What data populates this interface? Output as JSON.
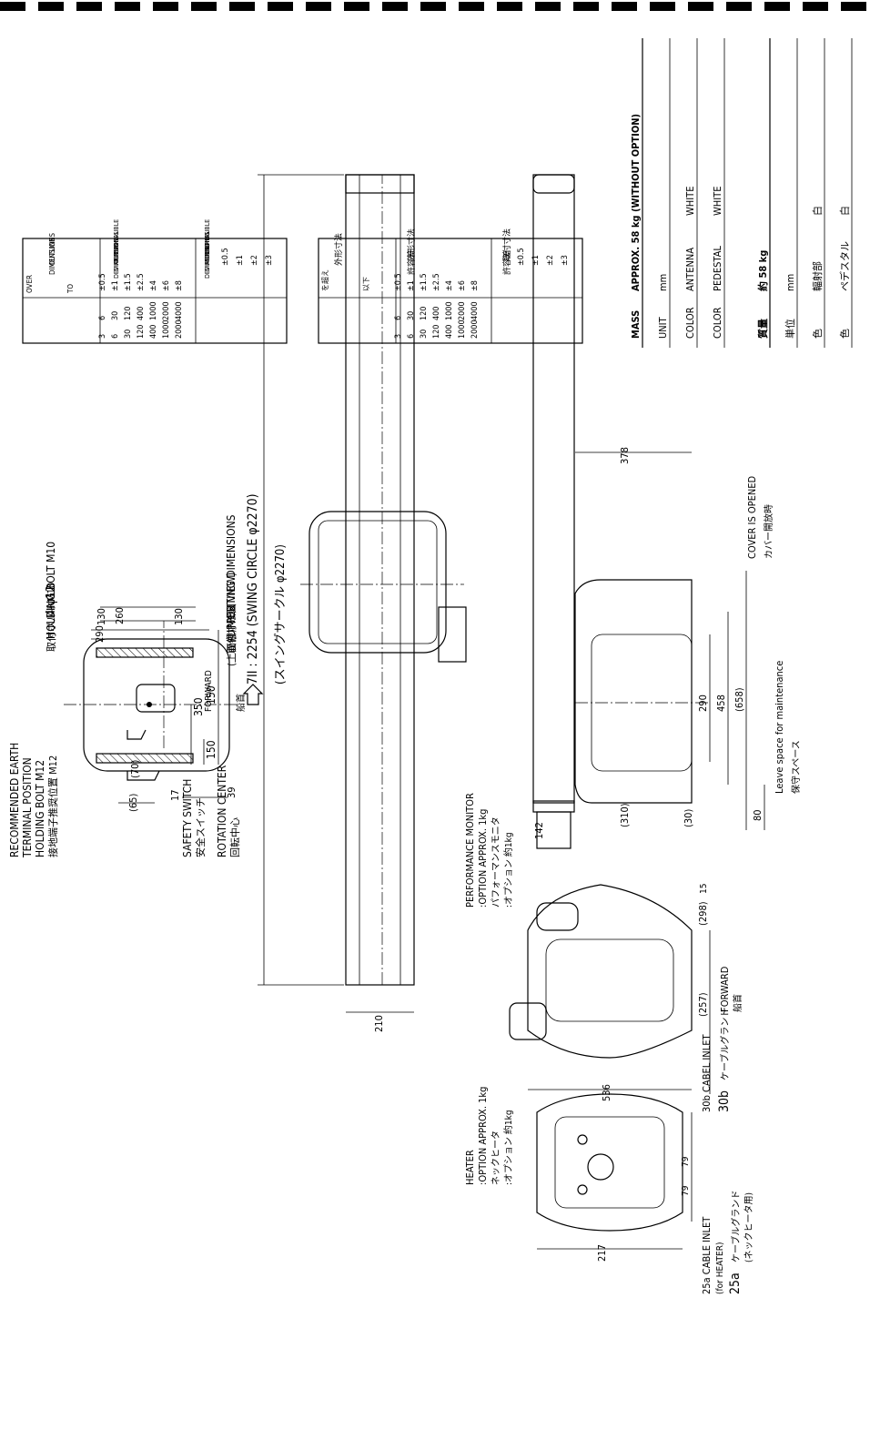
{
  "dashes": "top border dashes",
  "mounting": {
    "title_en": "MOUTING DIMENSIONS",
    "subtitle_en": "(UPPER VIEW)",
    "title_jp": "取付寸法図",
    "subtitle_jp": "(上面視)",
    "bolt_count": "4-φ12",
    "holding_bolt": "HOLDING BOLT M10",
    "holding_bolt_jp": "取付ボルトM10",
    "forward": "FORWARD",
    "forward_jp": "船首",
    "dims": {
      "d350": "350",
      "d150a": "150",
      "d150b": "150",
      "d290": "290",
      "d260": "260",
      "d130a": "130",
      "d130b": "130",
      "d70": "(70)",
      "d65": "(65)",
      "d17": "17",
      "d39": "39"
    }
  },
  "earth": {
    "line1": "RECOMMENDED EARTH",
    "line2": "TERMINAL POSITION",
    "line3": "HOLDING BOLT M12",
    "line4_jp": "接地端子推奨位置 M12"
  },
  "safety_switch": {
    "en": "SAFETY SWITCH",
    "jp": "安全スイッチ"
  },
  "rotation_center": {
    "en": "ROTATION CENTER",
    "jp": "回転中心"
  },
  "top_view": {
    "swing": "7II : 2254 (SWING CIRCLE φ2270)",
    "swing_jp": "(スイングサークル φ2270)",
    "d210": "210"
  },
  "performance_monitor": {
    "line1": "PERFORMANCE MONITOR",
    "line2": ":OPTION APPROX. 1kg",
    "line3_jp": "パフォーマンスモニタ",
    "line4_jp": ":オプション 約1kg"
  },
  "heater": {
    "line1": "HEATER",
    "line2": ":OPTION APPROX. 1kg",
    "line3_jp": "ネックヒータ",
    "line4_jp": ":オプション 約1kg"
  },
  "front_view": {
    "d536": "536",
    "d298": "(298)",
    "d257": "(257)",
    "d15": "15",
    "forward": "FORWARD",
    "forward_jp": "船首"
  },
  "side_view": {
    "d378": "378",
    "d142": "142",
    "d310": "(310)",
    "d30": "(30)",
    "d290": "290",
    "d458": "458",
    "d658": "(658)",
    "d80": "80",
    "cover_en": "COVER IS OPENED",
    "cover_jp": "カバー開放時",
    "maint_en": "Leave space for maintenance",
    "maint_jp": "保守スペース"
  },
  "rear_view": {
    "d217": "217",
    "d79a": "79",
    "d79b": "79",
    "inlet25a_en": "25a CABLE INLET",
    "inlet25a_en2": "(for HEATER)",
    "inlet25a_tag": "25a",
    "inlet25a_jp": "ケーブルグランド",
    "inlet25a_jp2": "(ネックヒータ用)",
    "inlet30b_en": "30b CABEL INLET",
    "inlet30b_tag": "30b",
    "inlet30b_jp": "ケーブルグランド"
  },
  "table_en": {
    "h_outline": "OUTLINE",
    "h_dimensions": "DIMENSIONS",
    "h_over": "OVER",
    "h_to": "TO",
    "h_perm1": [
      "PERMISSIBLE",
      "OUTLINE",
      "DIMENSIONAL",
      "DEVIATIONS"
    ],
    "h_perm2": [
      "PERMISSIBLE",
      "MOUNTING",
      "DIMENSIONAL",
      "DEVIATIONS"
    ],
    "rows": [
      [
        "3",
        "6",
        "±0.5"
      ],
      [
        "6",
        "30",
        "±1"
      ],
      [
        "30",
        "120",
        "±1.5"
      ],
      [
        "120",
        "400",
        "±2.5"
      ],
      [
        "400",
        "1000",
        "±4"
      ],
      [
        "1000",
        "2000",
        "±6"
      ],
      [
        "2000",
        "4000",
        "±8"
      ]
    ],
    "mount": [
      "±0.5",
      "±1",
      "±2",
      "±3"
    ]
  },
  "table_jp": {
    "h_outline": "外形寸法",
    "h_over": "を超え",
    "h_to": "以下",
    "h_perm1": [
      "外形寸法",
      "許容差"
    ],
    "h_perm2": [
      "取付寸法",
      "許容差"
    ],
    "rows": [
      [
        "3",
        "6",
        "±0.5"
      ],
      [
        "6",
        "30",
        "±1"
      ],
      [
        "30",
        "120",
        "±1.5"
      ],
      [
        "120",
        "400",
        "±2.5"
      ],
      [
        "400",
        "1000",
        "±4"
      ],
      [
        "1000",
        "2000",
        "±6"
      ],
      [
        "2000",
        "4000",
        "±8"
      ]
    ],
    "mount": [
      "±0.5",
      "±1",
      "±2",
      "±3"
    ]
  },
  "specs": {
    "mass_label": "MASS",
    "mass_value": "APPROX. 58 kg (WITHOUT OPTION)",
    "unit_label": "UNIT",
    "unit_value": "mm",
    "color1_label": "COLOR",
    "color1_a": "ANTENNA",
    "color1_b": "WHITE",
    "color2_label": "COLOR",
    "color2_a": "PEDESTAL",
    "color2_b": "WHITE",
    "mass_jp_label": "質量",
    "mass_jp_value": "約 58 kg",
    "unit_jp_label": "単位",
    "unit_jp_value": "mm",
    "color_jp_label1": "色",
    "color_jp_a": "輻射部",
    "color_jp_b": "白",
    "color_jp_label2": "色",
    "color_jp_c": "ペデスタル",
    "color_jp_d": "白"
  }
}
